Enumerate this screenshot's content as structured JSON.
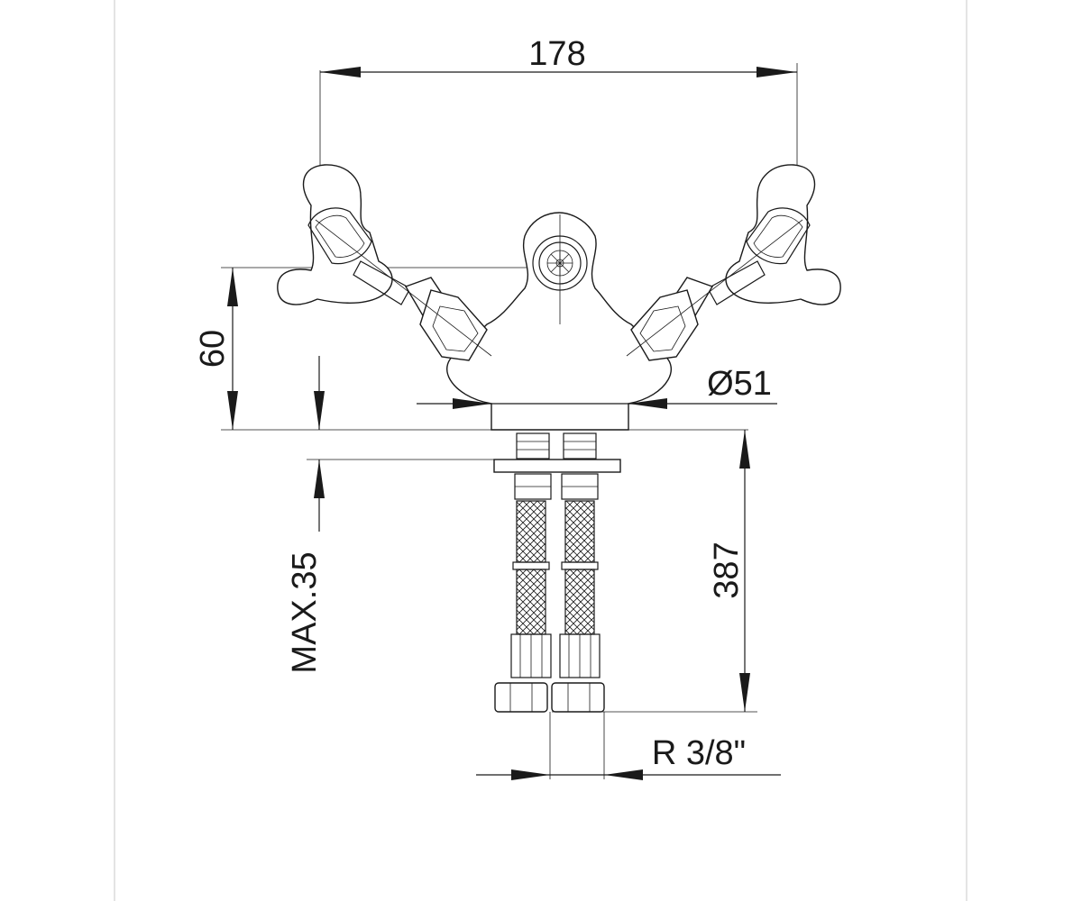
{
  "dimensions": {
    "width_top": "178",
    "height_left": "60",
    "diameter_base": "Ø51",
    "max_deck": "MAX.35",
    "hose_length": "387",
    "thread": "R 3/8\""
  },
  "colors": {
    "line": "#1a1a1a",
    "frame": "#c8c8c8",
    "background": "#ffffff"
  }
}
